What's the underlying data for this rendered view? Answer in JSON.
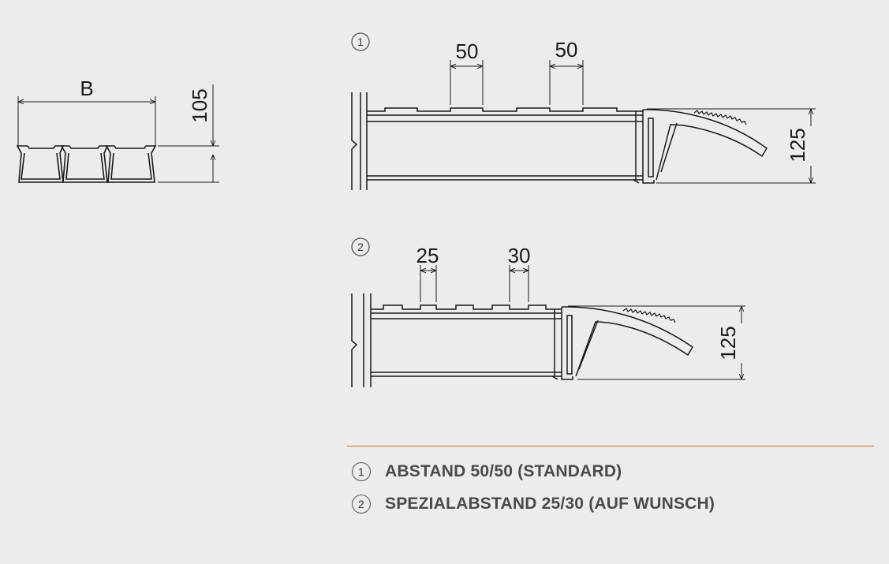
{
  "section_left": {
    "width_label": "B",
    "height_label": "105"
  },
  "section_1": {
    "marker": "1",
    "dim_a": "50",
    "dim_b": "50",
    "height_label": "125"
  },
  "section_2": {
    "marker": "2",
    "dim_a": "25",
    "dim_b": "30",
    "height_label": "125"
  },
  "legend": {
    "item_1": {
      "marker": "1",
      "text": "ABSTAND 50/50 (STANDARD)"
    },
    "item_2": {
      "marker": "2",
      "text": "SPEZIALABSTAND 25/30 (AUF WUNSCH)"
    }
  },
  "colors": {
    "background": "#ececec",
    "line": "#1a1a1a",
    "accent_rule": "#c07a2a",
    "legend_text": "#4a4a4a"
  }
}
